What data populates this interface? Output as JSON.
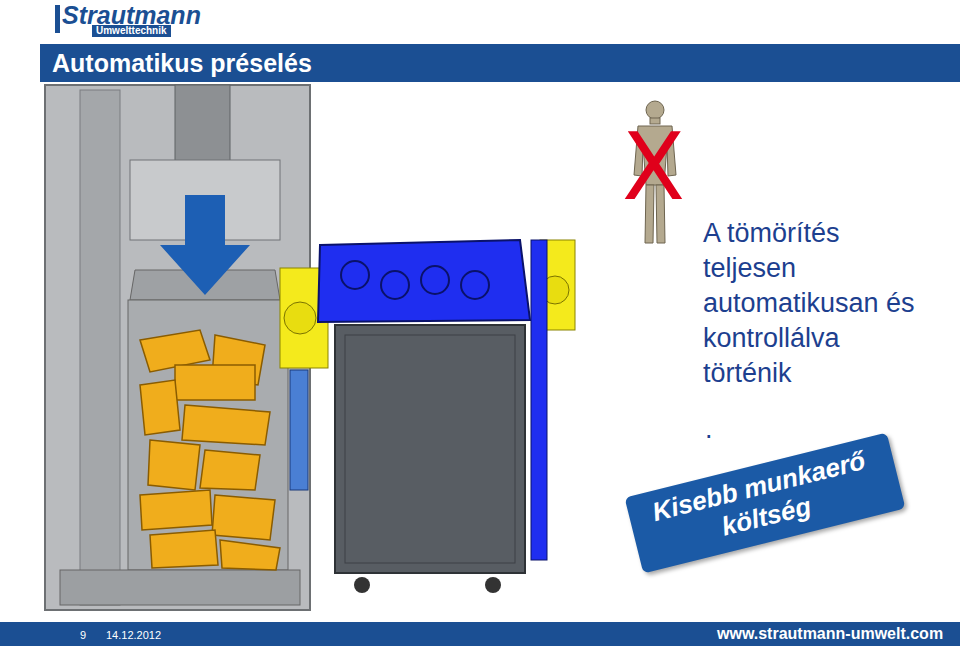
{
  "diagram": {
    "title": "Automatikus préselés",
    "nodes": [
      {
        "text": [
          "Kisebb munkaerő költség"
        ]
      }
    ],
    "labels": [
      "Strautmann",
      "Umwelttechnik",
      "X",
      "A tömörítés teljesen automatikusan és kontrollálva történik",
      ".",
      "9",
      "14.12.2012",
      "www.strautmann-umwelt.com"
    ]
  }
}
